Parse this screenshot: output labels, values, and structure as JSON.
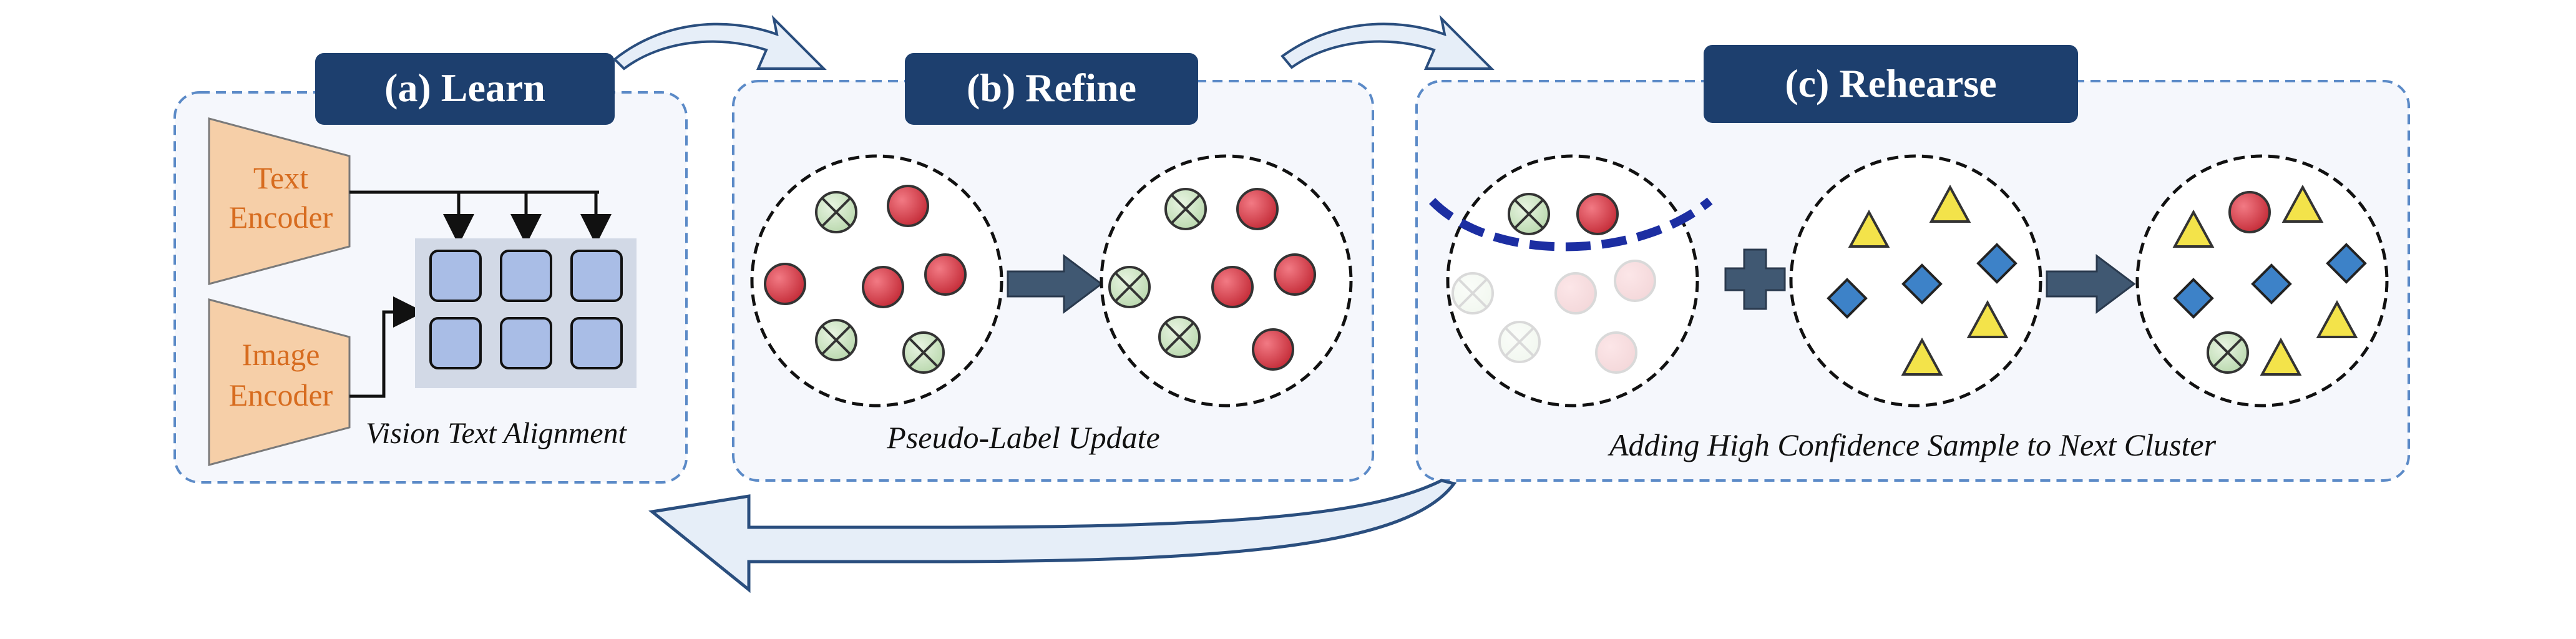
{
  "panels": {
    "learn": {
      "title": "(a) Learn",
      "text_encoder": [
        "Text",
        "Encoder"
      ],
      "image_encoder": [
        "Image",
        "Encoder"
      ],
      "caption": "Vision Text Alignment"
    },
    "refine": {
      "title": "(b) Refine",
      "caption": "Pseudo-Label Update"
    },
    "rehearse": {
      "title": "(c) Rehearse",
      "caption": "Adding High Confidence Sample to Next Cluster"
    }
  },
  "colors": {
    "tab_fill": "#1d3f6e",
    "panel_border": "#5b8ac7",
    "panel_fill": "#f5f7fc",
    "encoder_fill": "#f6cfa8",
    "encoder_text": "#d76c1f",
    "grid_cell": "#a9bde6",
    "grid_bg": "#d2d9e6",
    "red_dot": "#d63c46",
    "green_dot": "#c9e3be",
    "yellow_tri": "#f3e34a",
    "blue_diamond": "#3d82c8",
    "arrow_fill": "#405872",
    "big_arrow_fill": "#e6eef8",
    "big_arrow_stroke": "#2a4e7e",
    "boundary": "#1c2ea2"
  },
  "icons": [
    "curved-arrow-icon",
    "right-arrow-icon",
    "plus-icon"
  ]
}
